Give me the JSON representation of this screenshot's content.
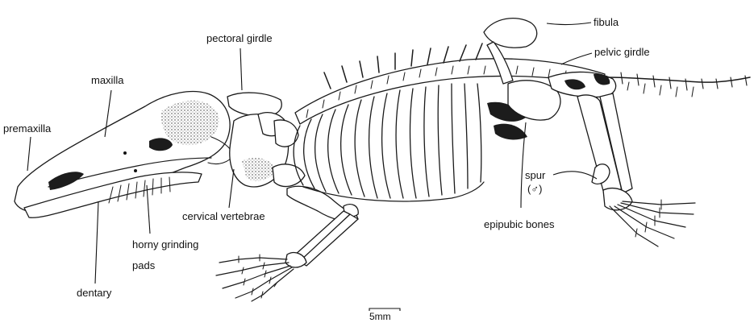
{
  "labels": {
    "premaxilla": "premaxilla",
    "maxilla": "maxilla",
    "pectoral_girdle": "pectoral girdle",
    "fibula": "fibula",
    "pelvic_girdle": "pelvic girdle",
    "spur_line1": "spur",
    "spur_line2": "(♂)",
    "epipubic_bones": "epipubic bones",
    "cervical_vertebrae": "cervical vertebrae",
    "horny_grinding_line1": "horny grinding",
    "horny_grinding_line2": "pads",
    "dentary": "dentary"
  },
  "scale_bar": {
    "label": "5mm"
  }
}
